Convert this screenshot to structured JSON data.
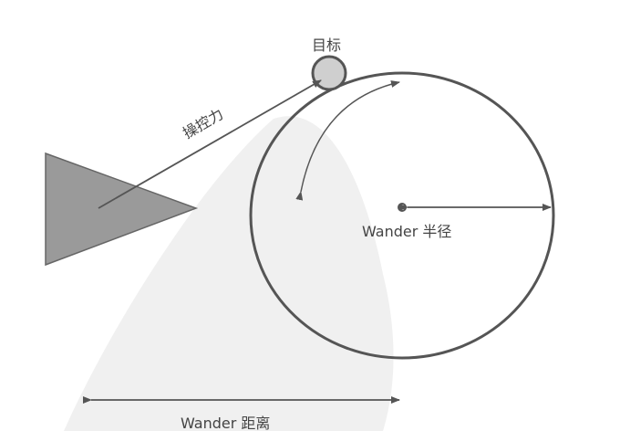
{
  "labels": {
    "target": "目标",
    "steering_force": "操控力",
    "wander_radius": "Wander 半径",
    "wander_distance": "Wander 距离"
  },
  "colors": {
    "stroke": "#555555",
    "triangle_fill": "#9a9a9a",
    "target_fill": "#cfcfcf",
    "watermark": "#eeeeee"
  }
}
